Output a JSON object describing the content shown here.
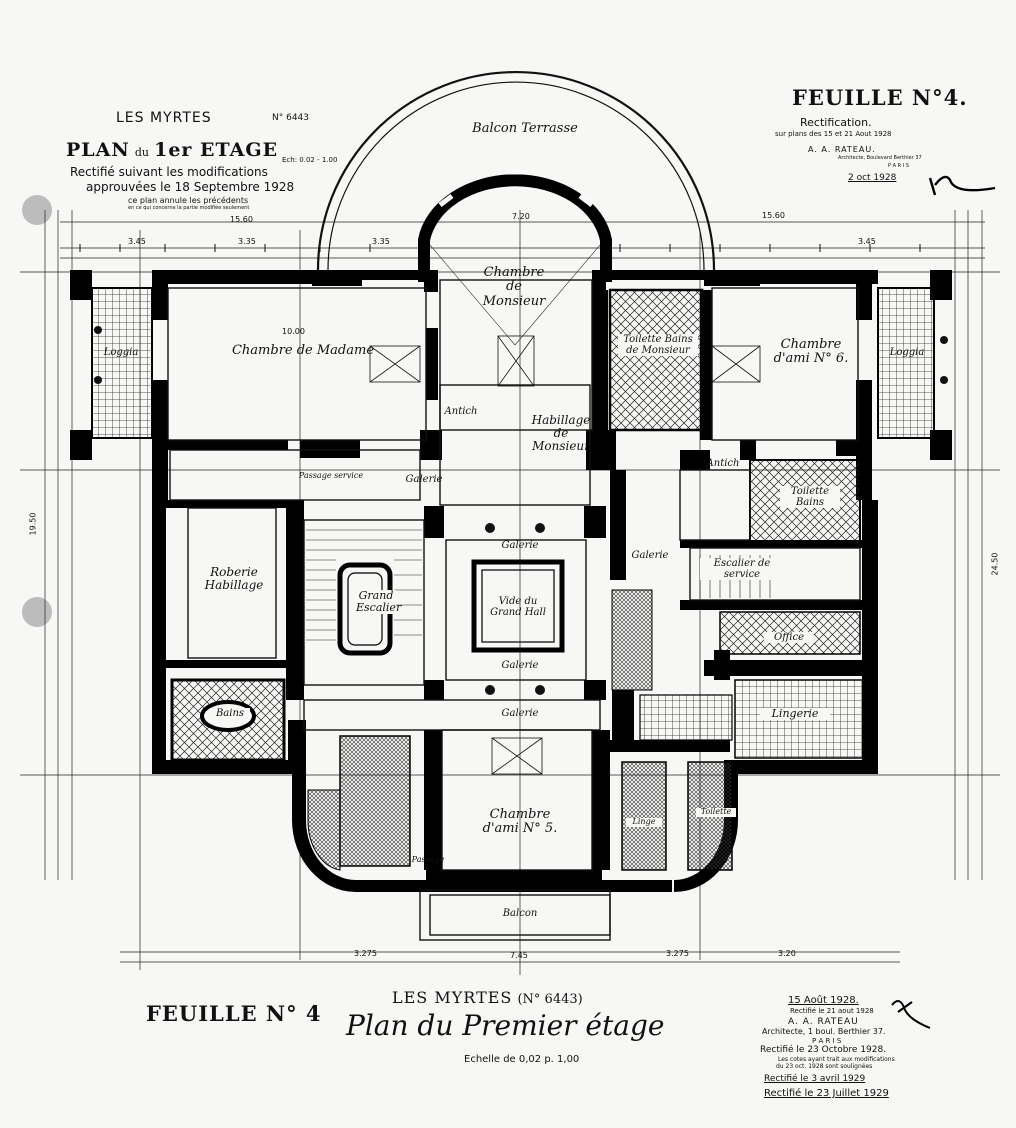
{
  "header_left": {
    "project": "LES MYRTES",
    "number": "N° 6443",
    "plan_title_a": "PLAN",
    "plan_title_b": "du",
    "plan_title_c": "1er ETAGE",
    "scale_note": "Ech: 0.02 - 1.00",
    "line1": "Rectifié suivant les modifications",
    "line2": "approuvées le 18 Septembre 1928",
    "line3": "ce plan annule les précédents",
    "line4": "en ce qui concerne la partie modifiée seulement"
  },
  "header_right": {
    "sheet": "FEUILLE N°4.",
    "rectification": "Rectification.",
    "rect_detail": "sur plans des 15 et 21 Aout 1928",
    "architect": "A. A. RATEAU.",
    "architect_addr": "Architecte, Boulevard Berthier 37",
    "city": "P A R I S",
    "date": "2 oct 1928"
  },
  "rooms": {
    "balcon_terrasse": "Balcon Terrasse",
    "chambre_monsieur": "Chambre de Monsieur",
    "chambre_madame": "Chambre de Madame",
    "loggia_left": "Loggia",
    "loggia_right": "Loggia",
    "toilette_monsieur": "Toilette Bains de Monsieur",
    "chambre_ami_6": "Chambre d'ami N° 6.",
    "antich": "Antich",
    "habillage_monsieur": "Habillage de Monsieur",
    "galerie_top": "Galerie",
    "antich_right": "Antich",
    "toilette_bains": "Toilette Bains",
    "passage_service": "Passage service",
    "robe_habillage": "Roberie Habillage",
    "grand_escalier": "Grand Escalier",
    "galerie_hall_top": "Galerie",
    "vide_grand_hall": "Vide du Grand Hall",
    "galerie_hall_bottom": "Galerie",
    "galerie_right": "Galerie",
    "escalier_service": "Escalier de service",
    "office": "Office",
    "lingerie": "Lingerie",
    "galerie_bottom": "Galerie",
    "chambre_ami_5": "Chambre d'ami N° 5.",
    "balcon": "Balcon",
    "bains_madame": "Bains",
    "toilette": "Toilette",
    "linge": "Linge",
    "passage": "Passage"
  },
  "dimensions": {
    "d_7_2": "7.20",
    "d_15_6a": "15.60",
    "d_15_6b": "15.60",
    "d_3_45a": "3.45",
    "d_3_35a": "3.35",
    "d_3_35b": "3.35",
    "d_3_45b": "3.45",
    "d_10": "10.00",
    "d_19_5": "19.50",
    "d_24_5": "24.50",
    "d_7_45": "7.45",
    "d_3_27a": "3.275",
    "d_3_27b": "3.275",
    "d_3_2": "3.20"
  },
  "footer_left": {
    "sheet": "FEUILLE N° 4"
  },
  "footer_center": {
    "project": "LES MYRTES",
    "number": "(N° 6443)",
    "title": "Plan du Premier étage",
    "scale": "Echelle de 0,02 p. 1,00"
  },
  "footer_right": {
    "date1": "15 Août 1928.",
    "date1b": "Rectifié le 21 aout 1928",
    "architect": "A. A. RATEAU",
    "addr": "Architecte, 1 boul. Berthier 37.",
    "city": "P A R I S",
    "rect1": "Rectifié le 23 Octobre 1928.",
    "note1": "Les cotes ayant trait aux modifications",
    "note2": "du 23 oct. 1928 sont soulignées",
    "rect2": "Rectifié le 3 avril 1929",
    "rect3": "Rectifié le 23 Juillet 1929"
  },
  "colors": {
    "paper": "#f7f7f5",
    "ink": "#111111",
    "punch": "#bcbcbc"
  }
}
